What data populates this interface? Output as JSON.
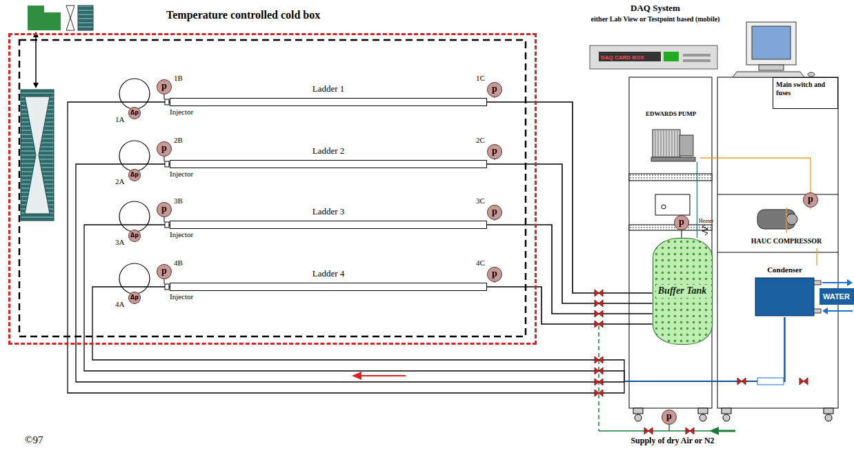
{
  "diagram": {
    "nodes": [
      {
        "text": [
          "Temperature controlled cold box"
        ]
      },
      {
        "text": [
          "Ladder 1"
        ],
        "in": 0
      },
      {
        "text": [
          "Ladder 2"
        ],
        "in": 0
      },
      {
        "text": [
          "Ladder 3"
        ],
        "in": 0
      },
      {
        "text": [
          "Ladder 4"
        ],
        "in": 0
      },
      {
        "text": [
          "p"
        ],
        "in": 0
      },
      {
        "text": [
          "p"
        ],
        "in": 0
      },
      {
        "text": [
          "p"
        ],
        "in": 0
      },
      {
        "text": [
          "p"
        ],
        "in": 0
      },
      {
        "text": [
          "p"
        ],
        "in": 0
      },
      {
        "text": [
          "p"
        ],
        "in": 0
      },
      {
        "text": [
          "p"
        ],
        "in": 0
      },
      {
        "text": [
          "p"
        ],
        "in": 0
      },
      {
        "text": [
          "Δp"
        ],
        "in": 0
      },
      {
        "text": [
          "Δp"
        ],
        "in": 0
      },
      {
        "text": [
          "Δp"
        ],
        "in": 0
      },
      {
        "text": [
          "Δp"
        ],
        "in": 0
      },
      {
        "text": [
          "EDWARDS PUMP"
        ]
      },
      {
        "text": [
          "Main switch and fuses"
        ]
      },
      {
        "text": [
          "p"
        ]
      },
      {
        "text": [
          "p"
        ]
      },
      {
        "text": [
          "Buffer Tank"
        ]
      },
      {
        "text": [
          "HAUC COMPRESSOR"
        ]
      },
      {
        "text": [
          "Condenser"
        ]
      },
      {
        "text": [
          "p"
        ]
      }
    ],
    "edges": [
      {
        "from": 1,
        "to": 21,
        "arrow": "none"
      },
      {
        "from": 2,
        "to": 21,
        "arrow": "none"
      },
      {
        "from": 3,
        "to": 21,
        "arrow": "none"
      },
      {
        "from": 4,
        "to": 21,
        "arrow": "none"
      },
      {
        "from": 23,
        "to": 1,
        "arrow": "none"
      },
      {
        "from": 23,
        "to": 2,
        "arrow": "none"
      },
      {
        "from": 23,
        "to": 3,
        "arrow": "none"
      },
      {
        "from": 23,
        "to": 4,
        "arrow": "none"
      },
      {
        "from": 17,
        "to": 19,
        "arrow": "none"
      },
      {
        "from": 22,
        "to": 23,
        "arrow": "none"
      },
      {
        "from": 21,
        "to": 17,
        "arrow": "none"
      },
      {
        "from": 19,
        "to": 22,
        "arrow": "none"
      }
    ],
    "labels": [
      "DAQ System",
      "either Lab View or Testpoint based (mobile)",
      "DAQ CARD BOX",
      "Injector",
      "Injector",
      "Injector",
      "Injector",
      "1B",
      "1C",
      "1A",
      "2B",
      "2C",
      "2A",
      "3B",
      "3C",
      "3A",
      "4B",
      "4C",
      "4A",
      "Heater",
      "WATER",
      "Supply of dry Air or N2",
      "©97"
    ]
  }
}
